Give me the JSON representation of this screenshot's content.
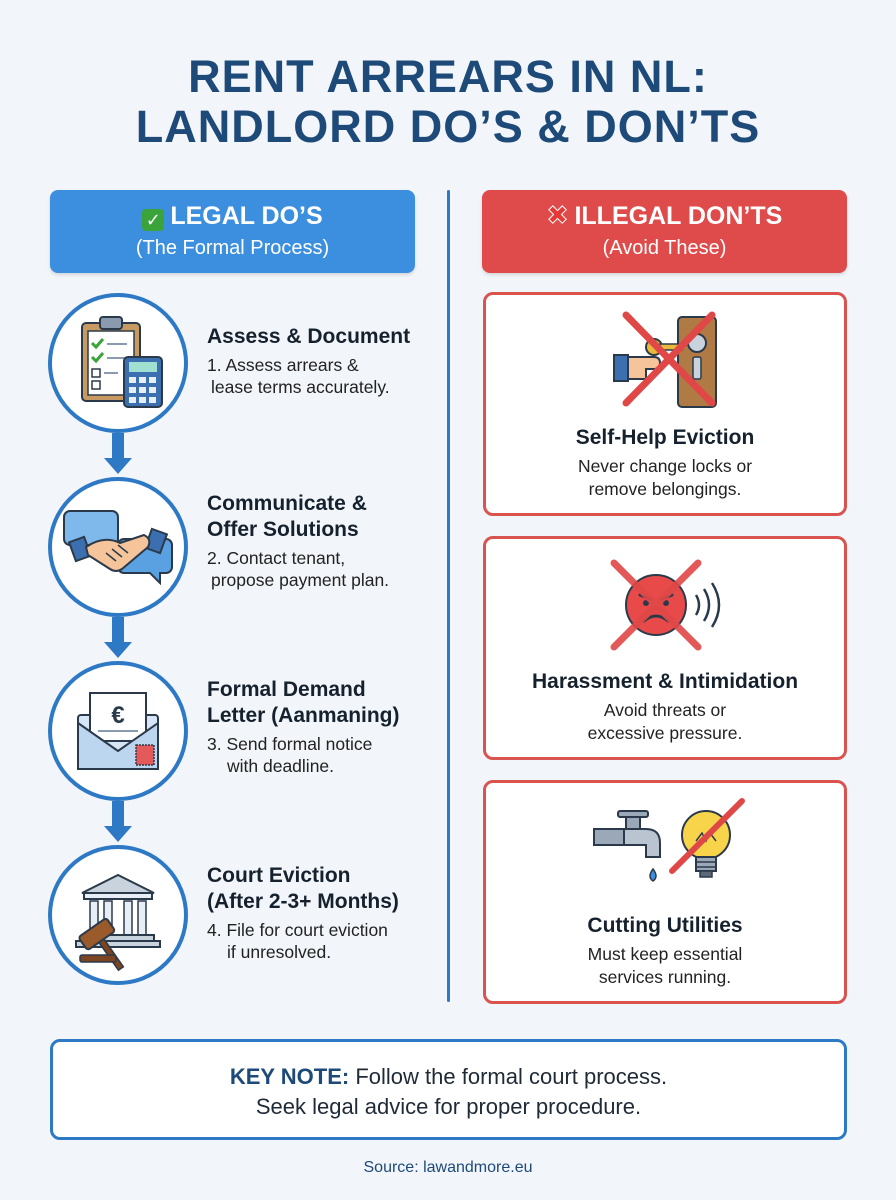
{
  "title": {
    "line1": "RENT ARREARS IN NL:",
    "line2": "LANDLORD DO’S & DON’TS"
  },
  "dos": {
    "heading": "LEGAL DO’S",
    "subheading": "(The Formal Process)",
    "steps": [
      {
        "icon": "clipboard-calculator-icon",
        "title": "Assess & Document",
        "desc1": "1. Assess arrears &",
        "desc2": "lease terms accurately."
      },
      {
        "icon": "handshake-chat-icon",
        "title1": "Communicate &",
        "title2": "Offer Solutions",
        "desc1": "2. Contact tenant,",
        "desc2": "propose payment plan."
      },
      {
        "icon": "envelope-euro-icon",
        "title1": "Formal Demand",
        "title2": "Letter (Aanmaning)",
        "desc1": "3. Send formal notice",
        "desc2": "with deadline."
      },
      {
        "icon": "courthouse-gavel-icon",
        "title1": "Court Eviction",
        "title2": "(After 2-3+ Months)",
        "desc1": "4. File for court eviction",
        "desc2": "if unresolved."
      }
    ]
  },
  "donts": {
    "heading": "ILLEGAL DON’TS",
    "subheading": "(Avoid These)",
    "items": [
      {
        "icon": "key-lock-crossed-icon",
        "title": "Self-Help Eviction",
        "desc1": "Never change locks or",
        "desc2": "remove belongings."
      },
      {
        "icon": "angry-face-crossed-icon",
        "title": "Harassment & Intimidation",
        "desc1": "Avoid threats or",
        "desc2": "excessive pressure."
      },
      {
        "icon": "faucet-bulb-crossed-icon",
        "title": "Cutting Utilities",
        "desc1": "Must keep essential",
        "desc2": "services running."
      }
    ]
  },
  "keynote": {
    "label": "KEY NOTE:",
    "line1": "Follow the formal court process.",
    "line2": "Seek legal advice for proper procedure."
  },
  "source": "Source: lawandmore.eu",
  "colors": {
    "blue": "#3b8fde",
    "navy": "#1d4a78",
    "red": "#df4b4b",
    "outline_blue": "#2e79c6"
  }
}
